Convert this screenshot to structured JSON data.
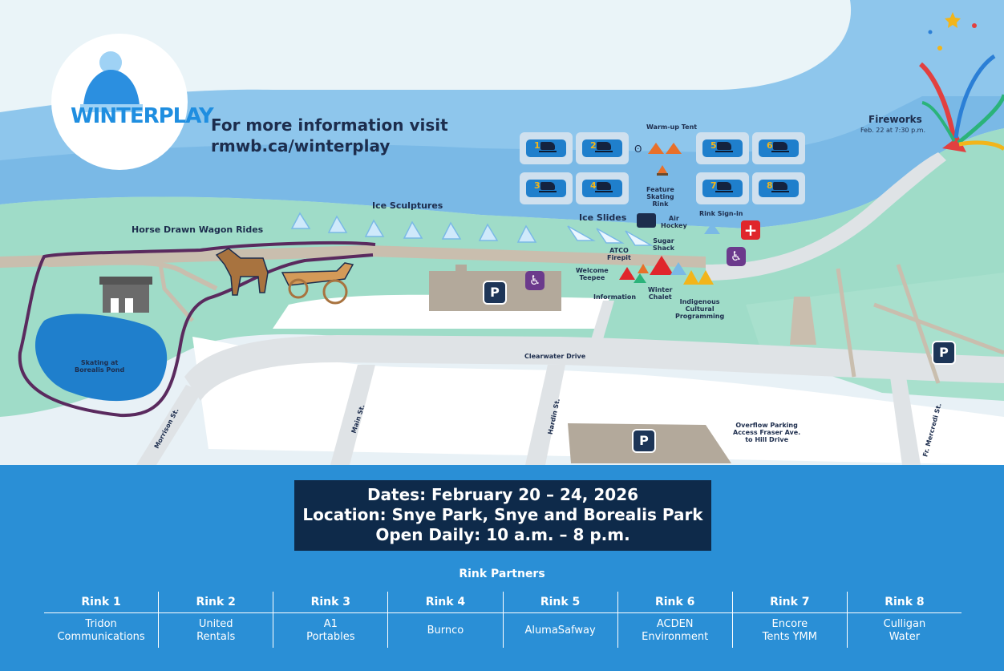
{
  "logo": {
    "text": "WINTERPLAY"
  },
  "info": {
    "line1": "For more information visit",
    "line2": "rmwb.ca/winterplay"
  },
  "map_labels": {
    "warmup_tent": "Warm-up Tent",
    "fireworks": "Fireworks",
    "fireworks_date": "Feb. 22 at 7:30 p.m.",
    "ice_sculptures": "Ice Sculptures",
    "ice_slides": "Ice Slides",
    "horse_rides": "Horse Drawn Wagon Rides",
    "feature_rink": "Feature\nSkating\nRink",
    "air_hockey": "Air\nHockey",
    "rink_signin": "Rink Sign-in",
    "sugar_shack": "Sugar\nShack",
    "atco_firepit": "ATCO\nFirepit",
    "welcome_teepee": "Welcome\nTeepee",
    "information": "Information",
    "winter_chalet": "Winter\nChalet",
    "indigenous": "Indigenous\nCultural\nProgramming",
    "skating_pond": "Skating at\nBorealis Pond",
    "clearwater": "Clearwater Drive",
    "overflow": "Overflow Parking\nAccess Fraser Ave.\nto Hill Drive",
    "parking_symbol": "P"
  },
  "streets": [
    "Morrison St.",
    "Main St.",
    "Hardin St.",
    "Fr. Mercredi St."
  ],
  "rink_numbers": [
    "1",
    "2",
    "3",
    "4",
    "5",
    "6",
    "7",
    "8"
  ],
  "banner": {
    "dates": "Dates: February 20 – 24, 2026",
    "location": "Location: Snye Park, Snye and Borealis Park",
    "hours": "Open Daily: 10 a.m. – 8 p.m."
  },
  "partners": {
    "title": "Rink Partners",
    "items": [
      {
        "rink": "Rink 1",
        "name": "Tridon\nCommunications"
      },
      {
        "rink": "Rink 2",
        "name": "United\nRentals"
      },
      {
        "rink": "Rink 3",
        "name": "A1\nPortables"
      },
      {
        "rink": "Rink 4",
        "name": "Burnco"
      },
      {
        "rink": "Rink 5",
        "name": "AlumaSafway"
      },
      {
        "rink": "Rink 6",
        "name": "ACDEN\nEnvironment"
      },
      {
        "rink": "Rink 7",
        "name": "Encore\nTents YMM"
      },
      {
        "rink": "Rink 8",
        "name": "Culligan\nWater"
      }
    ]
  },
  "colors": {
    "river": "#8ec6ec",
    "land": "#9fdcc8",
    "road": "#dfe3e6",
    "path": "#5a2a5e",
    "banner": "#0e2a4a",
    "footer": "#2a8fd6"
  }
}
